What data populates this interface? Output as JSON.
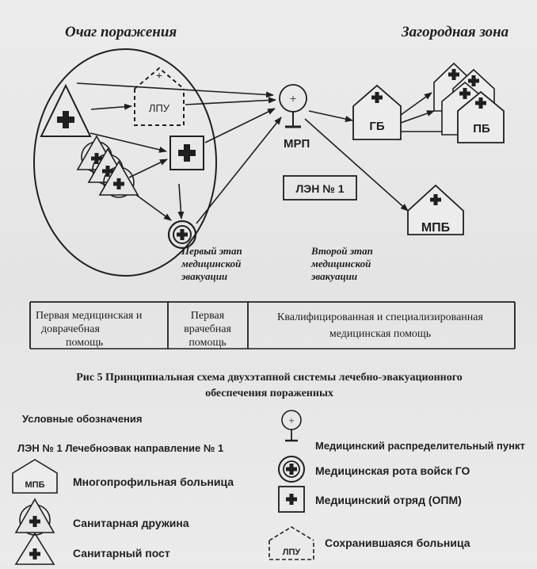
{
  "header": {
    "focus_title": "Очаг поражения",
    "zone_title": "Загородная зона"
  },
  "diagram": {
    "lpu_label": "ЛПУ",
    "mrp_label": "МРП",
    "len_label": "ЛЭН № 1",
    "gb_label": "ГБ",
    "pb_label": "ПБ",
    "mpb_label": "МПБ",
    "first_stage": [
      "Первый этап",
      "медицинской",
      "эвакуации"
    ],
    "second_stage": [
      "Второй этап",
      "медицинской",
      "эвакуации"
    ]
  },
  "care_table": {
    "col1": [
      "Первая медицинская и",
      "доврачебная",
      "помощь"
    ],
    "col2": [
      "Первая",
      "врачебная",
      "помощь"
    ],
    "col3": [
      "Квалифицированная и специализированная",
      "медицинская помощь"
    ]
  },
  "caption": {
    "line1": "Рис 5 Принципиальная схема двухэтапной системы лечебно-эвакуационного",
    "line2": "обеспечения пораженных"
  },
  "legend": {
    "title": "Условные обозначения",
    "len_full": "ЛЭН № 1 Лечебноэвак направление № 1",
    "mpb_badge": "МПБ",
    "mpb_desc": "Многопрофильная больница",
    "sandruzh_desc": "Санитарная дружина",
    "sanpost_desc": "Санитарный пост",
    "mrp_desc": "Медицинский распределительный пункт",
    "medrota_desc": "Медицинская рота  войск ГО",
    "opm_desc": "Медицинский отряд   (ОПМ)",
    "lpu_badge": "ЛПУ",
    "lpu_desc": "Сохранившаяся больница"
  },
  "colors": {
    "ink": "#1f1f1f",
    "paper": "#e9e9e9"
  }
}
